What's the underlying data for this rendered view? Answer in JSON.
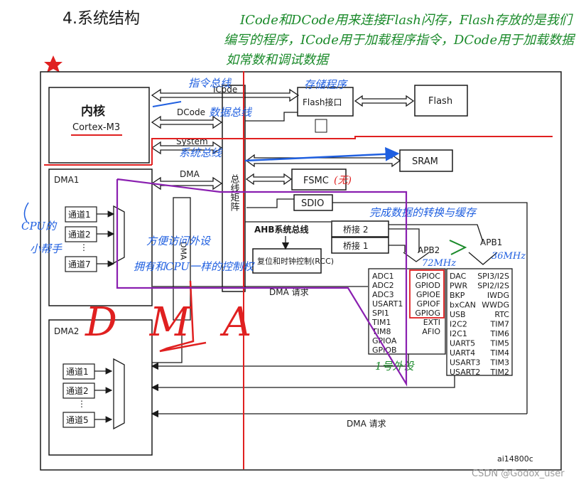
{
  "page_heading": "4.系统结构",
  "handwritten_top": [
    "ICode和DCode用来连接Flash闪存，Flash存放的是我们",
    "编写的程序，ICode用于加载程序指令，DCode用于加载数据",
    "如常数和调试数据"
  ],
  "core": {
    "title": "内核",
    "name": "Cortex-M3"
  },
  "buses": {
    "icode": "ICode",
    "dcode": "DCode",
    "system": "System",
    "dma": "DMA",
    "bus_matrix": "总线矩阵"
  },
  "notes": {
    "instr_bus": "指令总线",
    "data_bus": "数据总线",
    "sys_bus": "系统总线",
    "store_prog": "存储程序",
    "cpu_helper": "CPU的小帮手",
    "dma_note_1": "方便访问外设",
    "dma_note_2": "拥有和CPU一样的控制权",
    "dma_big": "D M A",
    "bridge_note": "完成数据的转换与缓存",
    "apb2_freq": "72MHz",
    "apb1_freq": "36MHz",
    "periph_1": "1号外设",
    "fsmc_none": "(无)"
  },
  "blocks": {
    "flash_if": "Flash接口",
    "flash": "Flash",
    "sram": "SRAM",
    "fsmc": "FSMC",
    "sdio": "SDIO",
    "ahb": "AHB系统总线",
    "rcc": "复位和时钟控制(RCC)",
    "bridge2": "桥接 2",
    "bridge1": "桥接 1",
    "apb2": "APB2",
    "apb1": "APB1",
    "dma_req": "DMA 请求"
  },
  "dma1": {
    "title": "DMA1",
    "channels": [
      "通道1",
      "通道2",
      "通道7"
    ]
  },
  "dma2": {
    "title": "DMA2",
    "channels": [
      "通道1",
      "通道2",
      "通道5"
    ]
  },
  "apb2_left": [
    "ADC1",
    "ADC2",
    "ADC3",
    "USART1",
    "SPI1",
    "TIM1",
    "TIM8",
    "GPIOA",
    "GPIOB"
  ],
  "apb2_right": [
    "GPIOC",
    "GPIOD",
    "GPIOE",
    "GPIOF",
    "GPIOG",
    "EXTI",
    "AFIO"
  ],
  "apb1_left": [
    "DAC",
    "PWR",
    "BKP",
    "bxCAN",
    "USB",
    "I2C2",
    "I2C1",
    "UART5",
    "UART4",
    "USART3",
    "USART2"
  ],
  "apb1_right": [
    "SPI3/I2S",
    "SPI2/I2S",
    "IWDG",
    "WWDG",
    "RTC",
    "TIM7",
    "TIM6",
    "TIM5",
    "TIM4",
    "TIM3",
    "TIM2"
  ],
  "figure_id": "ai14800c",
  "watermark": "CSDN @Godox_user",
  "colors": {
    "ink": "#1a1a1a",
    "red": "#e02020",
    "blue": "#1f5fe0",
    "green": "#1a8a2a",
    "purple": "#8a1fb0"
  }
}
